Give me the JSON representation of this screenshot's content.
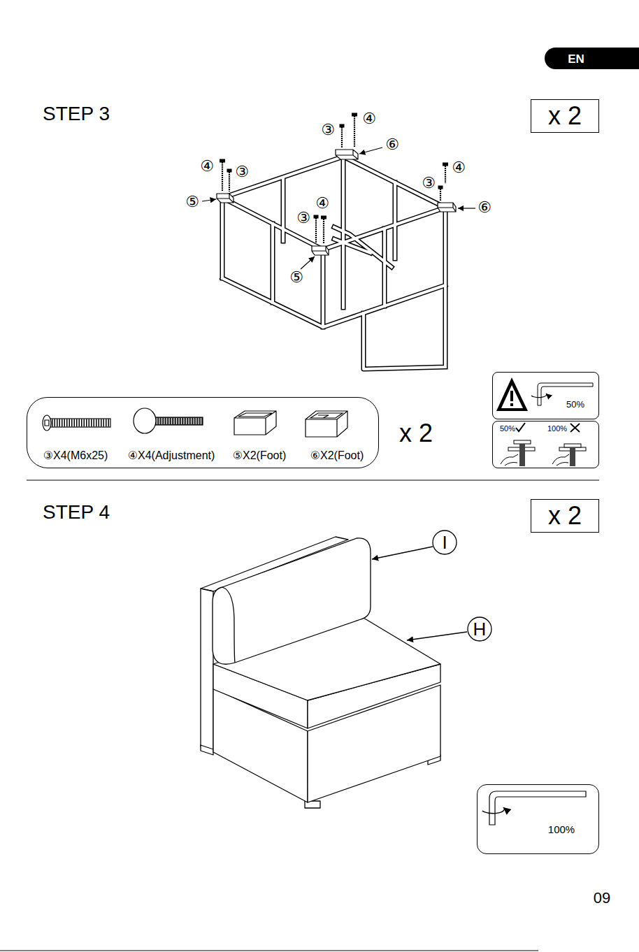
{
  "diagram": {
    "nodes": [
      {
        "text": [
          "EN"
        ]
      },
      {
        "text": [
          "x 2"
        ]
      },
      {
        "text": [
          "③X4(M6x25)",
          "④X4(Adjustment)",
          "⑤X2(Foot)",
          "⑥X2(Foot)"
        ]
      },
      {
        "text": [
          "50%"
        ]
      },
      {
        "text": [
          "50%",
          "100%"
        ]
      },
      {
        "text": [
          "x 2"
        ]
      },
      {
        "text": [
          "I"
        ]
      },
      {
        "text": [
          "H"
        ]
      },
      {
        "text": [
          "100%"
        ]
      }
    ],
    "labels": [
      "STEP 3",
      "③",
      "④",
      "⑥",
      "④",
      "③",
      "⑤",
      "③",
      "④",
      "⑥",
      "③",
      "④",
      "⑤",
      "x 2",
      "STEP 4",
      "09"
    ]
  }
}
